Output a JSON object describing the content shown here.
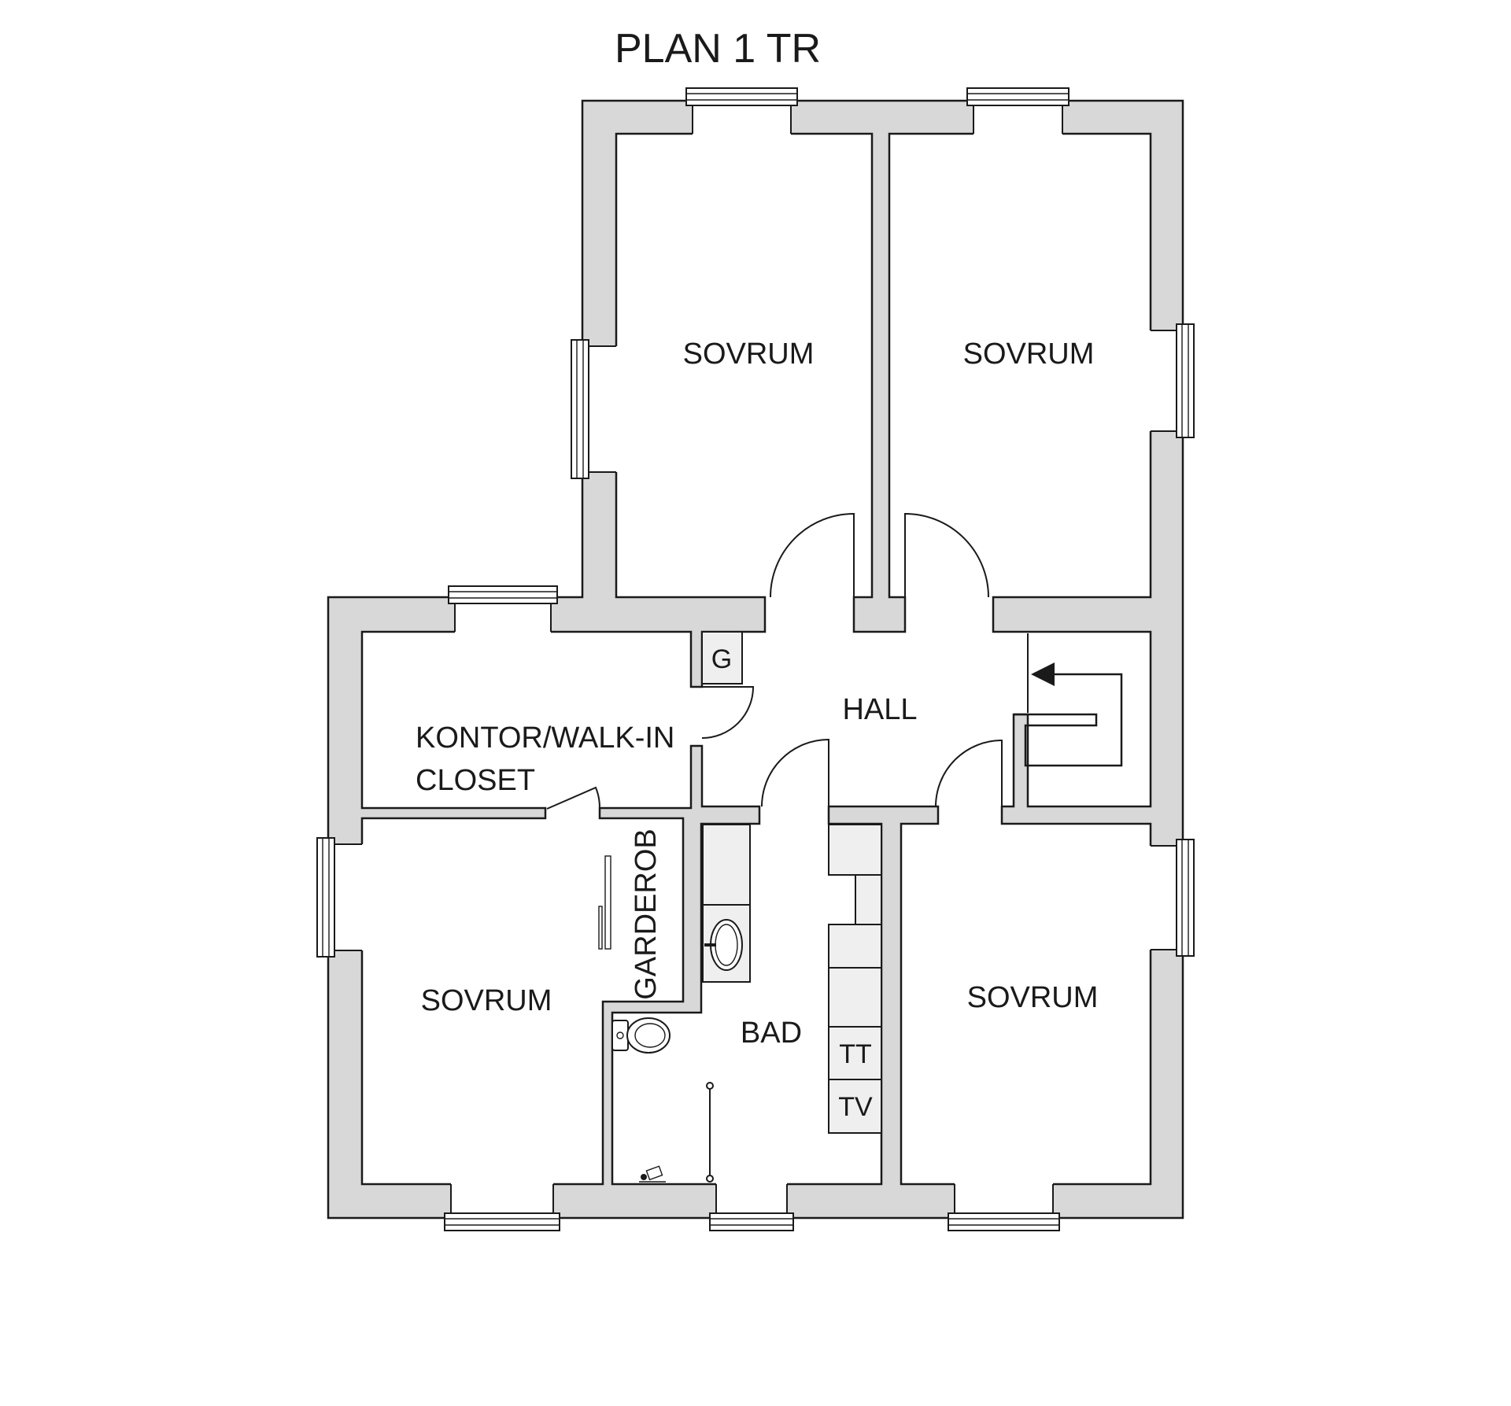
{
  "title": "PLAN 1 TR",
  "rooms": {
    "bedroom_top_left": "SOVRUM",
    "bedroom_top_right": "SOVRUM",
    "bedroom_bottom_left": "SOVRUM",
    "bedroom_bottom_right": "SOVRUM",
    "office_line1": "KONTOR/WALK-IN",
    "office_line2": "CLOSET",
    "hall": "HALL",
    "bathroom": "BAD",
    "wardrobe": "GARDEROB",
    "closet_g": "G",
    "cabinet_tt": "TT",
    "cabinet_tv": "TV"
  },
  "colors": {
    "wall_fill": "#d8d8d8",
    "outline": "#1a1a1a",
    "closet_fill": "#efefef",
    "background": "#ffffff"
  }
}
